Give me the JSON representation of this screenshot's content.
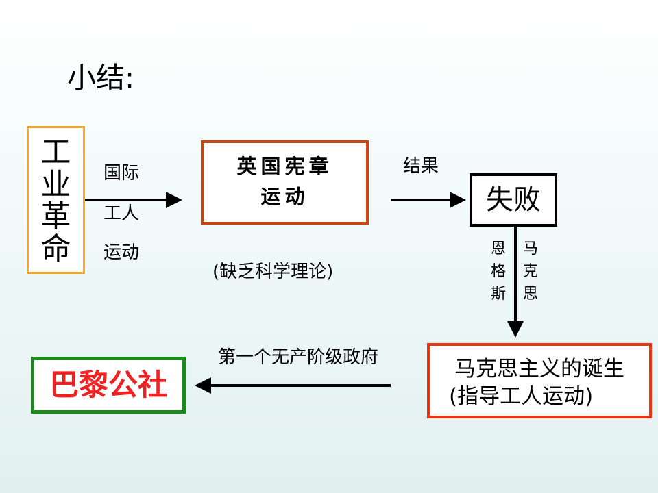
{
  "title": "小结:",
  "nodes": {
    "industrial_revolution": "工\n业\n革\n命",
    "chartist_movement": "英国宪章\n运动",
    "failure": "失败",
    "marxism_line1": "马克思主义的诞生",
    "marxism_line2": "(指导工人运动)",
    "paris_commune": "巴黎公社"
  },
  "labels": {
    "international_workers": [
      "国际",
      "工人",
      "运动"
    ],
    "result": "结果",
    "lacking_theory": "(缺乏科学理论)",
    "marx": "马\n克\n思",
    "engels": "恩\n格\n斯",
    "first_proletarian_gov": "第一个无产阶级政府"
  },
  "colors": {
    "industrial_border": "#f5a623",
    "chartist_border": "#cc4411",
    "failure_border": "#000000",
    "marxism_border": "#ee3311",
    "paris_border": "#1a8a1a",
    "paris_text": "#ee2222"
  }
}
